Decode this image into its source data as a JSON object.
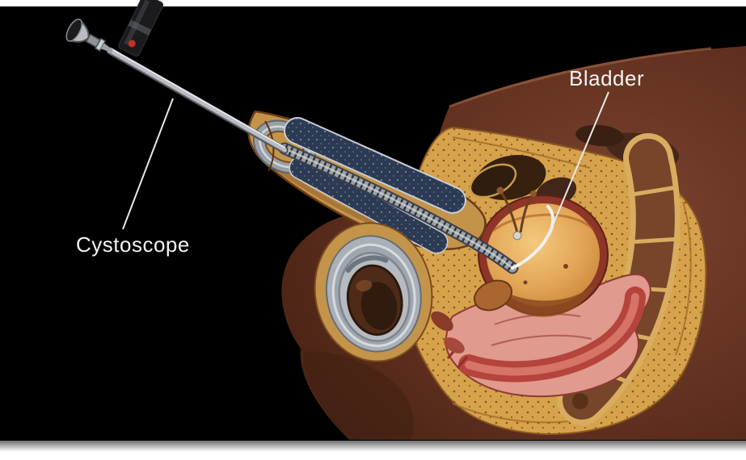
{
  "figure": {
    "description": "Cystoscopy medical illustration - sagittal cross-section of male pelvis with a cystoscope inserted through the urethra into the bladder",
    "labels": {
      "bladder": {
        "text": "Bladder"
      },
      "cystoscope": {
        "text": "Cystoscope"
      }
    },
    "colors": {
      "canvas_background": "#000000",
      "label_text": "#f3f3f3",
      "leader_line": "#e9e9e9",
      "body_skin": "#62301f",
      "fat_tissue": "#d6a24c",
      "erectile_tissue": "#2c3a54",
      "bladder_wall": "#8e3528",
      "bladder_interior": "#e2a455",
      "rectum_outer": "#e09a8e",
      "rectum_inner": "#b5443c",
      "sacrum_bone": "#77462a",
      "scope_metal": "#b9bdc3",
      "scrotum_layers": "#aab0b7",
      "testis": "#4e2b18"
    }
  }
}
